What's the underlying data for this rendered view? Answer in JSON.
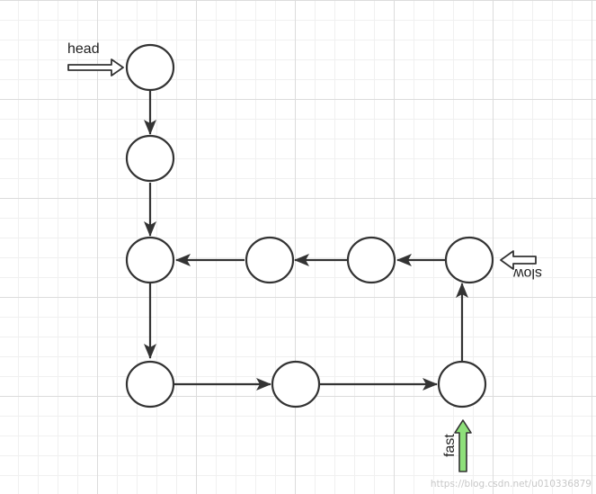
{
  "labels": {
    "head": "head",
    "slow": "slow",
    "fast": "fast"
  },
  "watermark": "https://blog.csdn.net/u010336879",
  "colors": {
    "node_stroke": "#333333",
    "edge": "#333333",
    "head_arrow_fill": "#ffffff",
    "slow_arrow_fill": "#ffffff",
    "fast_arrow_fill": "#8ee07a"
  }
}
